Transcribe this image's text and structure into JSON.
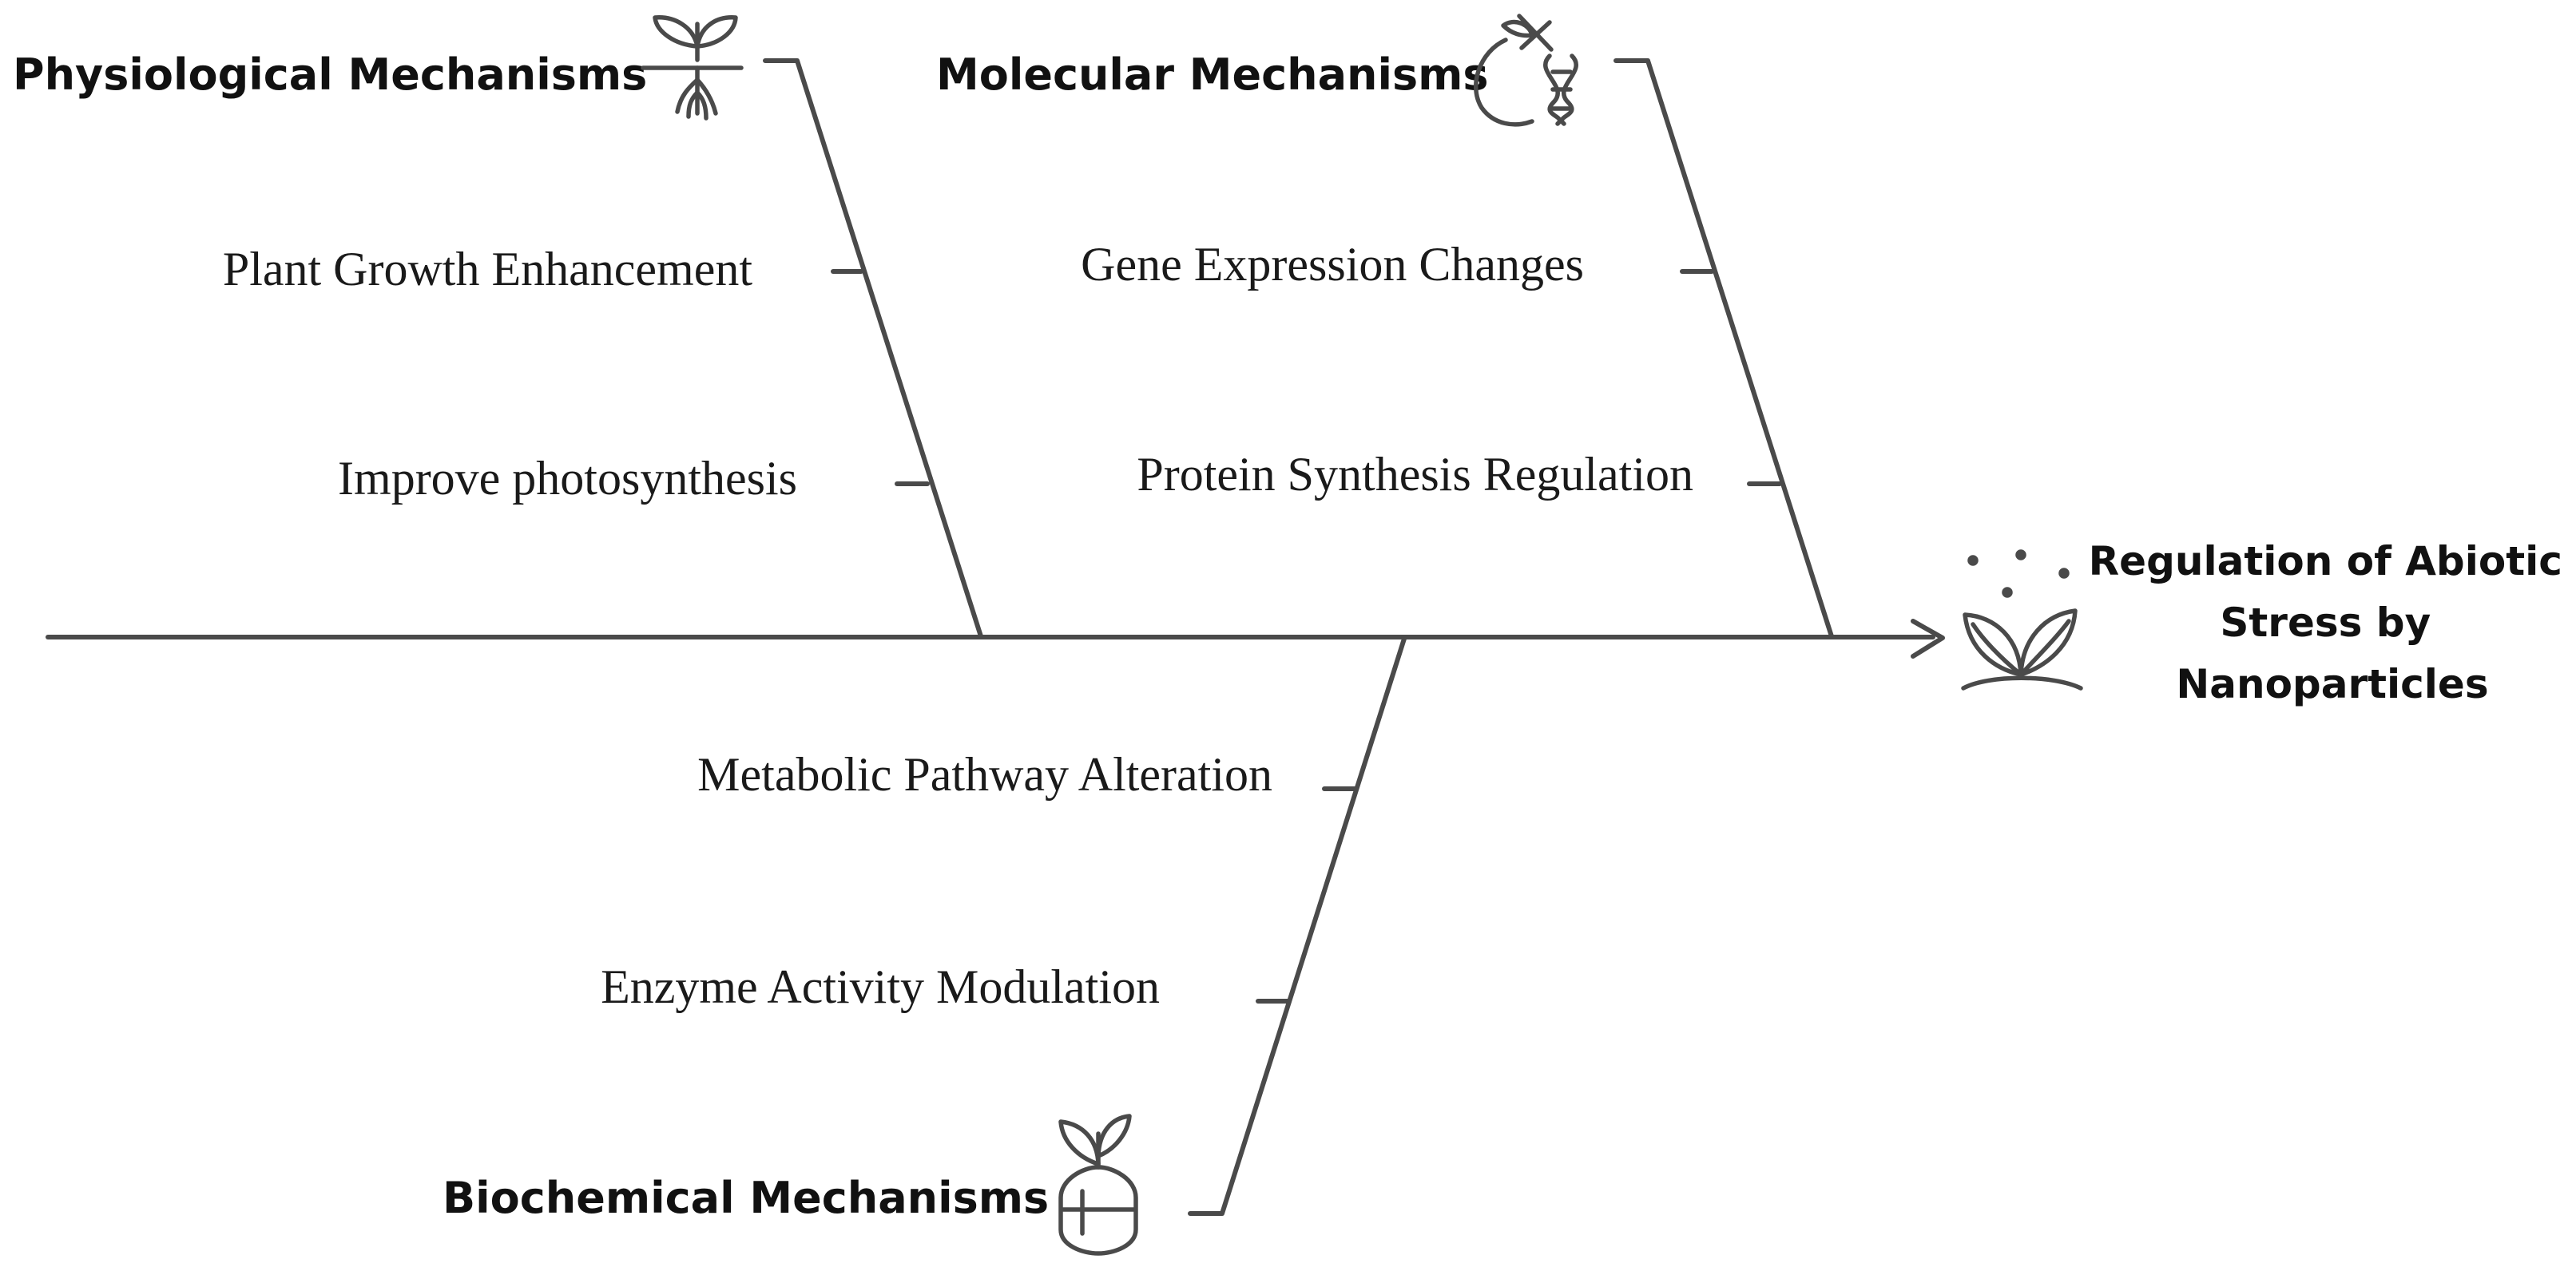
{
  "effect": {
    "lines": [
      "Regulation of Abiotic",
      "Stress by",
      "Nanoparticles"
    ],
    "icon": "sprouting-plant-icon"
  },
  "categories": {
    "physiological": {
      "label": "Physiological Mechanisms",
      "icon": "plant-roots-icon",
      "causes": [
        "Plant Growth Enhancement",
        "Improve photosynthesis"
      ]
    },
    "molecular": {
      "label": "Molecular Mechanisms",
      "icon": "dna-molecule-icon",
      "causes": [
        "Gene Expression Changes",
        "Protein Synthesis Regulation"
      ]
    },
    "biochemical": {
      "label": "Biochemical Mechanisms",
      "icon": "seedling-capsule-icon",
      "causes": [
        "Metabolic Pathway Alteration",
        "Enzyme Activity Modulation"
      ]
    }
  },
  "colors": {
    "line": "#4a4a4a",
    "text": "#111111"
  }
}
